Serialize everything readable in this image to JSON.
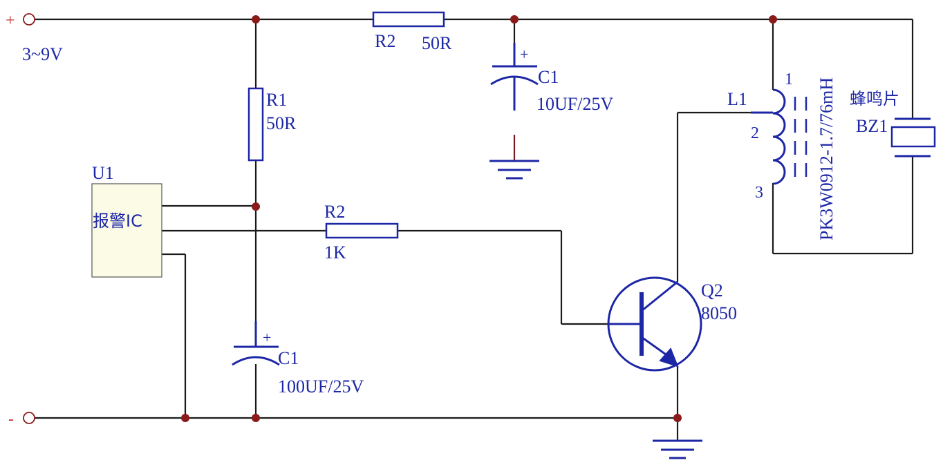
{
  "supply": {
    "plus_sign": "+",
    "minus_sign": "-",
    "voltage": "3~9V"
  },
  "resistor_r1": {
    "ref": "R1",
    "value": "50R"
  },
  "resistor_r2_top": {
    "ref": "R2",
    "value": "50R"
  },
  "resistor_r2_bottom": {
    "ref": "R2",
    "value": "1K"
  },
  "capacitor_c1_top": {
    "ref": "C1",
    "value": "10UF/25V",
    "polarity": "+"
  },
  "capacitor_c1_bottom": {
    "ref": "C1",
    "value": "100UF/25V",
    "polarity": "+"
  },
  "ic_u1": {
    "ref": "U1",
    "label": "报警IC"
  },
  "transistor_q2": {
    "ref": "Q2",
    "value": "8050"
  },
  "inductor_l1": {
    "ref": "L1",
    "part": "PK3W0912-1.7/76mH",
    "pins": [
      "1",
      "2",
      "3"
    ]
  },
  "buzzer_bz1": {
    "ref": "BZ1",
    "label": "蜂鸣片"
  },
  "colors": {
    "wire": "#1a1a1a",
    "component": "#1d27a6",
    "junction": "#8b1a1a",
    "ic_fill": "#fbfbe6"
  }
}
